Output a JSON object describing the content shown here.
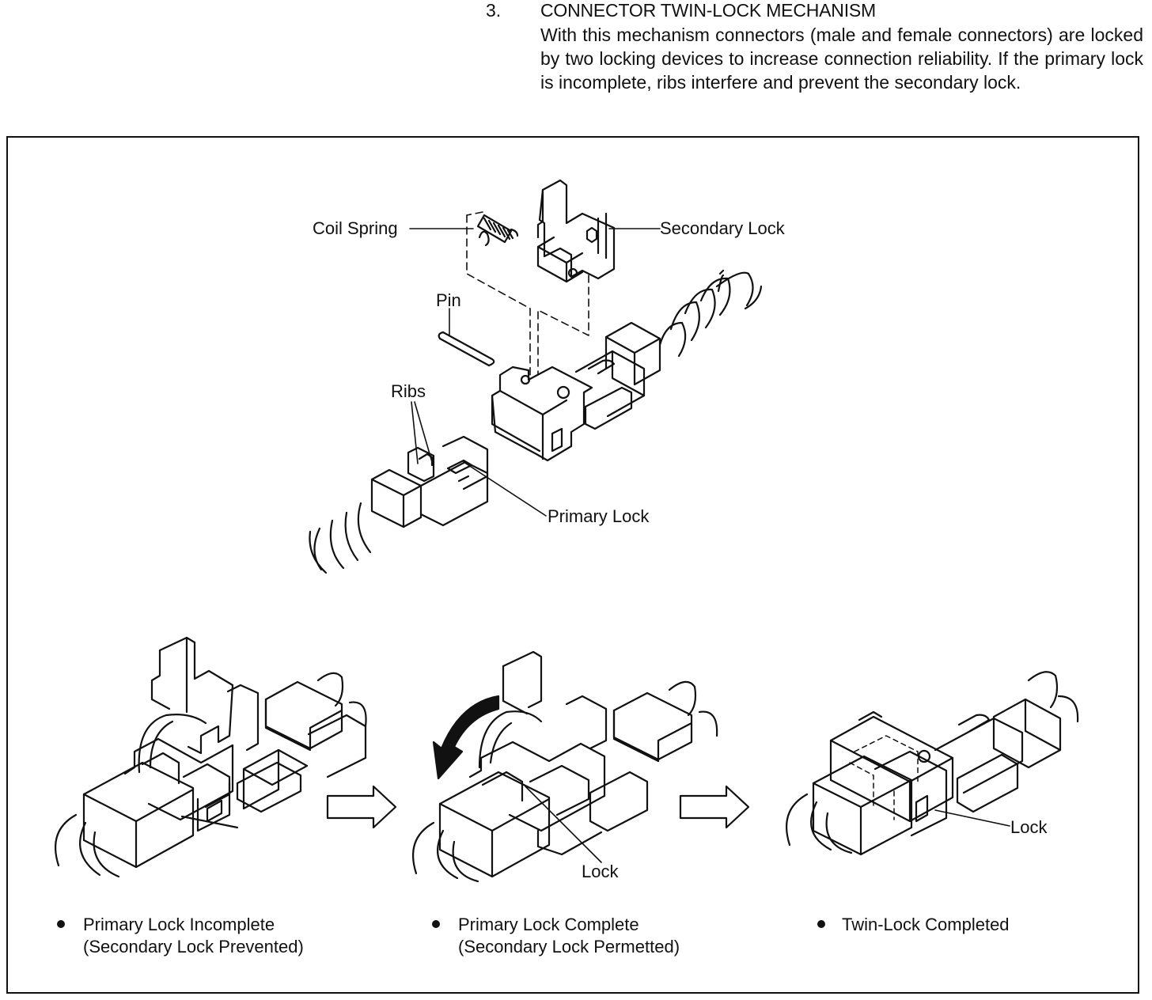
{
  "header": {
    "section_number": "3.",
    "title": "CONNECTOR TWIN-LOCK MECHANISM",
    "body": "With this mechanism connectors (male and female connectors) are locked by two locking devices to increase connection reliability.  If the primary lock is incomplete, ribs interfere and prevent the secondary lock."
  },
  "exploded_view": {
    "labels": {
      "coil_spring": "Coil Spring",
      "secondary_lock": "Secondary Lock",
      "pin": "Pin",
      "ribs": "Ribs",
      "primary_lock": "Primary Lock"
    }
  },
  "steps": [
    {
      "callout": "",
      "caption_line1": "Primary Lock Incomplete",
      "caption_line2": "(Secondary Lock Prevented)"
    },
    {
      "callout": "Lock",
      "caption_line1": "Primary Lock Complete",
      "caption_line2": "(Secondary Lock Permetted)"
    },
    {
      "callout": "Lock",
      "caption_line1": "Twin-Lock Completed",
      "caption_line2": ""
    }
  ],
  "colors": {
    "ink": "#111111",
    "paper": "#ffffff"
  }
}
